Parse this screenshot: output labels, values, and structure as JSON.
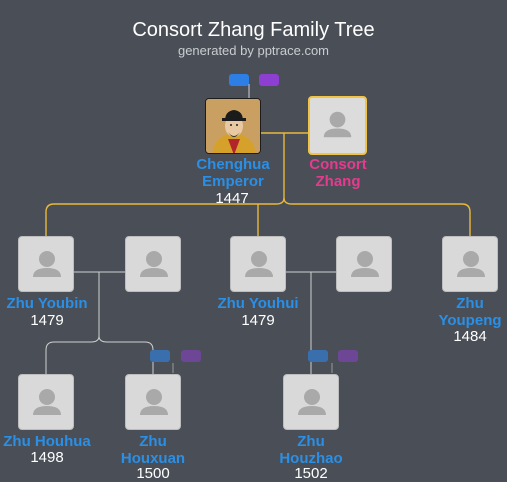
{
  "header": {
    "title": "Consort Zhang Family Tree",
    "subtitle": "generated by pptrace.com"
  },
  "colors": {
    "background": "#4a4f57",
    "male": "#2a8fe6",
    "female": "#e63a8e",
    "spouse_line": "#e8b83a",
    "child_line": "#d7d7d7"
  },
  "people": {
    "chenghua": {
      "name_line1": "Chenghua",
      "name_line2": "Emperor",
      "year": "1447",
      "gender": "male"
    },
    "consort_zhang": {
      "name_line1": "Consort",
      "name_line2": "Zhang",
      "year": "",
      "gender": "female"
    },
    "zhu_youbin": {
      "name_line1": "Zhu Youbin",
      "year": "1479",
      "gender": "male"
    },
    "zhu_youhui": {
      "name_line1": "Zhu Youhui",
      "year": "1479",
      "gender": "male"
    },
    "zhu_youpeng": {
      "name_line1": "Zhu",
      "name_line2": "Youpeng",
      "year": "1484",
      "gender": "male"
    },
    "zhu_houhua": {
      "name_line1": "Zhu Houhua",
      "year": "1498",
      "gender": "male"
    },
    "zhu_houxuan": {
      "name_line1": "Zhu",
      "name_line2": "Houxuan",
      "year": "1500",
      "gender": "male"
    },
    "zhu_houzhao": {
      "name_line1": "Zhu",
      "name_line2": "Houzhao",
      "year": "1502",
      "gender": "male"
    }
  }
}
